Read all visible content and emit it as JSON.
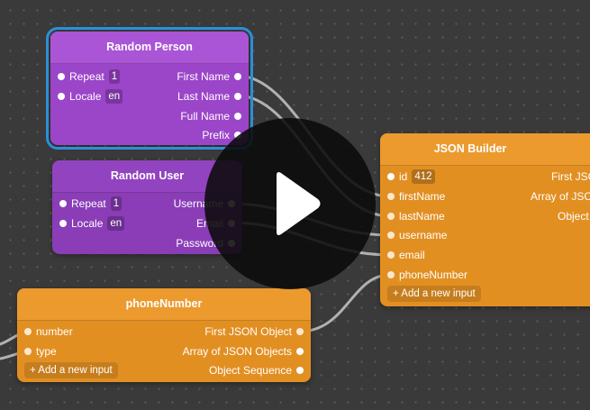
{
  "random_person": {
    "title": "Random Person",
    "inputs": [
      {
        "label": "Repeat",
        "value": "1"
      },
      {
        "label": "Locale",
        "value": "en"
      }
    ],
    "outputs": [
      "First Name",
      "Last Name",
      "Full Name",
      "Prefix"
    ]
  },
  "random_user": {
    "title": "Random User",
    "inputs": [
      {
        "label": "Repeat",
        "value": "1"
      },
      {
        "label": "Locale",
        "value": "en"
      }
    ],
    "outputs": [
      "Username",
      "Email",
      "Password"
    ]
  },
  "json_builder": {
    "title": "JSON Builder",
    "inputs": [
      {
        "label": "id",
        "value": "412"
      },
      {
        "label": "firstName"
      },
      {
        "label": "lastName"
      },
      {
        "label": "username"
      },
      {
        "label": "email"
      },
      {
        "label": "phoneNumber"
      }
    ],
    "add_input": "+ Add a new input",
    "outputs": [
      "First JSON",
      "Array of JSON",
      "Object"
    ]
  },
  "phone_number": {
    "title": "phoneNumber",
    "inputs": [
      {
        "label": "number"
      },
      {
        "label": "type"
      }
    ],
    "add_input": "+ Add a new input",
    "outputs": [
      "First JSON Object",
      "Array of JSON Objects",
      "Object Sequence"
    ]
  },
  "colors": {
    "purple": "#9b45c9",
    "orange": "#e28f22",
    "selection": "#2b8fd6",
    "canvas": "#3a3a3a"
  },
  "play_button": {
    "icon": "play-icon"
  }
}
